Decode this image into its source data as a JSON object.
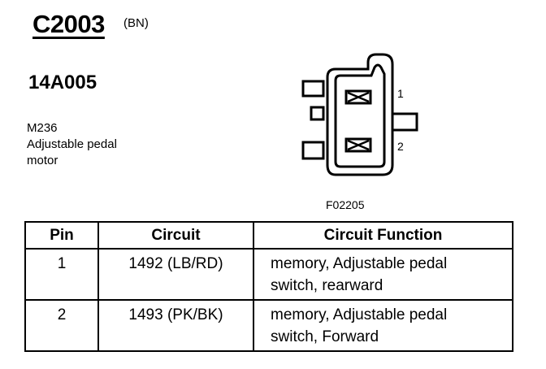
{
  "header": {
    "connector_id": "C2003",
    "connector_color": "(BN)",
    "part_number": "14A005"
  },
  "component": {
    "code": "M236",
    "name_line1": "Adjustable pedal",
    "name_line2": "motor"
  },
  "diagram": {
    "pin_labels": [
      "1",
      "2"
    ],
    "figure_id": "F02205"
  },
  "table": {
    "headers": [
      "Pin",
      "Circuit",
      "Circuit Function"
    ],
    "rows": [
      {
        "pin": "1",
        "circuit": "1492 (LB/RD)",
        "function_line1": "memory, Adjustable pedal",
        "function_line2": "switch, rearward"
      },
      {
        "pin": "2",
        "circuit": "1493 (PK/BK)",
        "function_line1": "memory, Adjustable pedal",
        "function_line2": "switch, Forward"
      }
    ]
  }
}
